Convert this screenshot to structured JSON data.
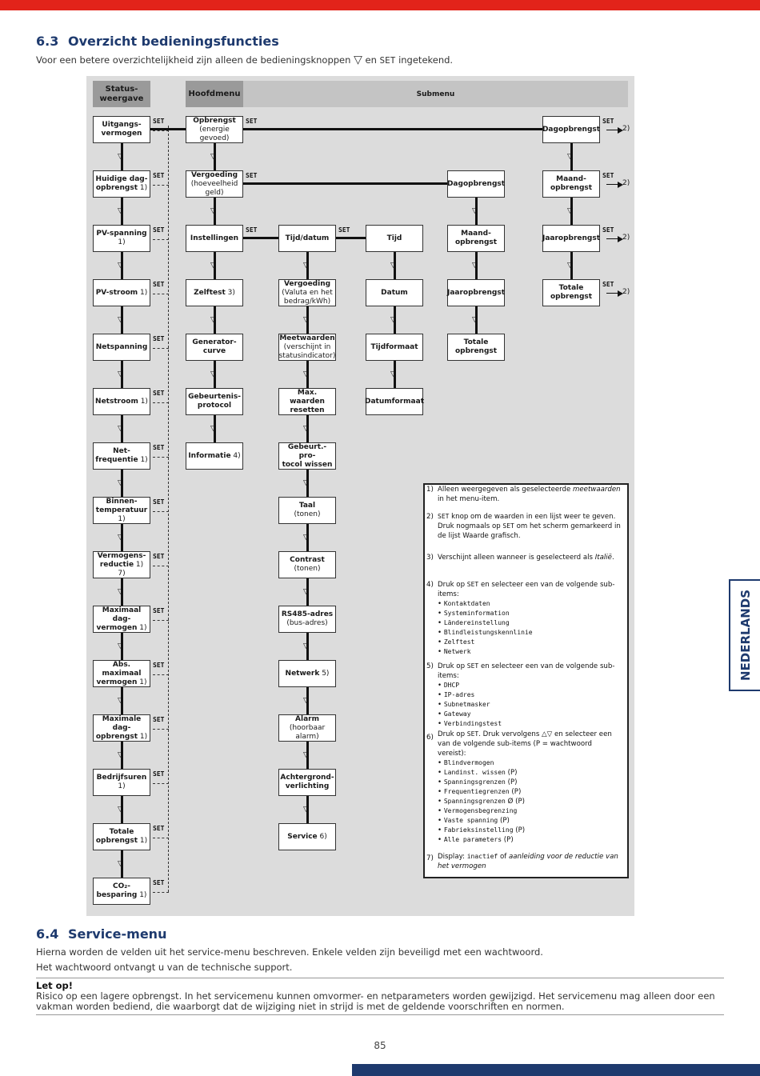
{
  "section_63": {
    "number": "6.3",
    "title": "Overzicht bedieningsfuncties"
  },
  "intro": {
    "part1": "Voor een betere overzichtelijkheid zijn alleen de bedieningsknoppen",
    "symbol": "▽",
    "part2": "en",
    "set": "SET",
    "part3": "ingetekend."
  },
  "headers": {
    "status": "Status-\nweergave",
    "main": "Hoofdmenu",
    "sub": "Submenu"
  },
  "set_label": "SET",
  "ref2": "2)",
  "status_items": [
    {
      "label": "Uitgangs-\nvermogen",
      "ref": ""
    },
    {
      "label": "Huidige dag-\nopbrengst",
      "ref": "1)"
    },
    {
      "label": "PV-spanning",
      "ref": "1)"
    },
    {
      "label": "PV-stroom",
      "ref": "1)"
    },
    {
      "label": "Netspanning",
      "ref": ""
    },
    {
      "label": "Netstroom",
      "ref": "1)"
    },
    {
      "label": "Net-\nfrequentie",
      "ref": "1)"
    },
    {
      "label": "Binnen-\ntemperatuur",
      "ref": "1)"
    },
    {
      "label": "Vermogens-\nreductie",
      "ref": "1) 7)"
    },
    {
      "label": "Maximaal dag-\nvermogen",
      "ref": "1)"
    },
    {
      "label": "Abs. maximaal\nvermogen",
      "ref": "1)"
    },
    {
      "label": "Maximale dag-\nopbrengst",
      "ref": "1)"
    },
    {
      "label": "Bedrijfsuren",
      "ref": "1)"
    },
    {
      "label": "Totale\nopbrengst",
      "ref": "1)"
    },
    {
      "label": "CO₂-\nbesparing",
      "ref": "1)"
    }
  ],
  "main_items": [
    {
      "label": "Opbrengst",
      "sub": "(energie gevoed)",
      "ref": ""
    },
    {
      "label": "Vergoeding",
      "sub": "(hoeveelheid\ngeld)",
      "ref": ""
    },
    {
      "label": "Instellingen",
      "sub": "",
      "ref": ""
    },
    {
      "label": "Zelftest",
      "sub": "",
      "ref": "3)"
    },
    {
      "label": "Generator-\ncurve",
      "sub": "",
      "ref": ""
    },
    {
      "label": "Gebeurtenis-\nprotocol",
      "sub": "",
      "ref": ""
    },
    {
      "label": "Informatie",
      "sub": "",
      "ref": "4)"
    }
  ],
  "settings_items": [
    {
      "label": "Tijd/datum",
      "sub": "",
      "ref": ""
    },
    {
      "label": "Vergoeding",
      "sub": "(Valuta en het\nbedrag/kWh)",
      "ref": ""
    },
    {
      "label": "Meetwaarden",
      "sub": "(verschijnt in\nstatusindicator)",
      "ref": ""
    },
    {
      "label": "Max. waarden\nresetten",
      "sub": "",
      "ref": ""
    },
    {
      "label": "Gebeurt.-pro-\ntocol wissen",
      "sub": "",
      "ref": ""
    },
    {
      "label": "Taal",
      "sub": "(tonen)",
      "ref": ""
    },
    {
      "label": "Contrast",
      "sub": "(tonen)",
      "ref": ""
    },
    {
      "label": "RS485-adres",
      "sub": "(bus-adres)",
      "ref": ""
    },
    {
      "label": "Netwerk",
      "sub": "",
      "ref": "5)"
    },
    {
      "label": "Alarm",
      "sub": "(hoorbaar alarm)",
      "ref": ""
    },
    {
      "label": "Achtergrond-\nverlichting",
      "sub": "",
      "ref": ""
    },
    {
      "label": "Service",
      "sub": "",
      "ref": "6)"
    }
  ],
  "time_items": [
    {
      "label": "Tijd",
      "sub": "",
      "ref": ""
    },
    {
      "label": "Datum",
      "sub": "",
      "ref": ""
    },
    {
      "label": "Tijdformaat",
      "sub": "",
      "ref": ""
    },
    {
      "label": "Datumformaat",
      "sub": "",
      "ref": ""
    }
  ],
  "vergoeding_sub": [
    {
      "label": "Dagopbrengst",
      "sub": "",
      "ref": ""
    },
    {
      "label": "Maand-\nopbrengst",
      "sub": "",
      "ref": ""
    },
    {
      "label": "Jaaropbrengst",
      "sub": "",
      "ref": ""
    },
    {
      "label": "Totale\nopbrengst",
      "sub": "",
      "ref": ""
    }
  ],
  "opbrengst_sub": [
    {
      "label": "Dagopbrengst",
      "sub": "",
      "ref": ""
    },
    {
      "label": "Maand-\nopbrengst",
      "sub": "",
      "ref": ""
    },
    {
      "label": "Jaaropbrengst",
      "sub": "",
      "ref": ""
    },
    {
      "label": "Totale\nopbrengst",
      "sub": "",
      "ref": ""
    }
  ],
  "notes": {
    "n1": {
      "num": "1)",
      "a": "Alleen weergegeven als geselecteerde ",
      "i": "meetwaarden",
      "b": " in het menu-item."
    },
    "n2": {
      "num": "2)",
      "set1": "SET",
      "a": " knop om de waarden in een lijst weer te geven. Druk nogmaals op ",
      "set2": "SET",
      "b": " om het scherm gemarkeerd in de lijst Waarde grafisch."
    },
    "n3": {
      "num": "3)",
      "a": "Verschijnt alleen wanneer is geselecteerd als ",
      "i": "Italië",
      "b": "."
    },
    "n4": {
      "num": "4)",
      "a": "Druk op ",
      "set": "SET",
      "b": " en selecteer een van de volgende sub-items:",
      "items": [
        "Kontaktdaten",
        "Systeminformation",
        "Ländereinstellung",
        "Blindleistungskennlinie",
        "Zelftest",
        "Netwerk"
      ]
    },
    "n5": {
      "num": "5)",
      "a": "Druk op ",
      "set": "SET",
      "b": " en selecteer een van de volgende sub-items:",
      "items": [
        "DHCP",
        "IP-adres",
        "Subnetmasker",
        "Gateway",
        "Verbindingstest"
      ]
    },
    "n6": {
      "num": "6)",
      "a": "Druk op ",
      "set": "SET",
      "b": ". Druk vervolgens △▽ en selecteer een van de volgende sub-items (P = wachtwoord vereist):",
      "items": [
        {
          "t": "Blindvermogen",
          "p": ""
        },
        {
          "t": "Landinst. wissen",
          "p": " (P)"
        },
        {
          "t": "Spanningsgrenzen",
          "p": " (P)"
        },
        {
          "t": "Frequentiegrenzen",
          "p": " (P)"
        },
        {
          "t": "Spanningsgrenzen",
          "p": " Ø (P)"
        },
        {
          "t": "Vermogensbegrenzing",
          "p": ""
        },
        {
          "t": "Vaste spanning",
          "p": " (P)"
        },
        {
          "t": "Fabrieksinstelling",
          "p": " (P)"
        },
        {
          "t": "Alle parameters",
          "p": " (P)"
        }
      ]
    },
    "n7": {
      "num": "7)",
      "a": "Display: ",
      "m": "inactief",
      "b": " of ",
      "i": "aanleiding voor de reductie van het vermogen"
    }
  },
  "side_tab": "NEDERLANDS",
  "section_64": {
    "number": "6.4",
    "title": "Service-menu"
  },
  "service_text": [
    "Hierna worden de velden uit het service-menu beschreven. Enkele velden zijn beveiligd met een wachtwoord.",
    "Het wachtwoord ontvangt u van de technische support."
  ],
  "warning": {
    "title": "Let op!",
    "text": "Risico op een lagere opbrengst. In het servicemenu kunnen omvormer- en netparameters worden gewijzigd. Het servicemenu mag alleen door een vakman worden bediend, die waarborgt dat de wijziging niet in strijd is met de geldende voorschriften en normen."
  },
  "page_number": "85",
  "colors": {
    "accent_red": "#e2231a",
    "brand_blue": "#1e3a6e",
    "diagram_bg": "#dcdcdc",
    "header_grey": "#9a9a9a"
  }
}
